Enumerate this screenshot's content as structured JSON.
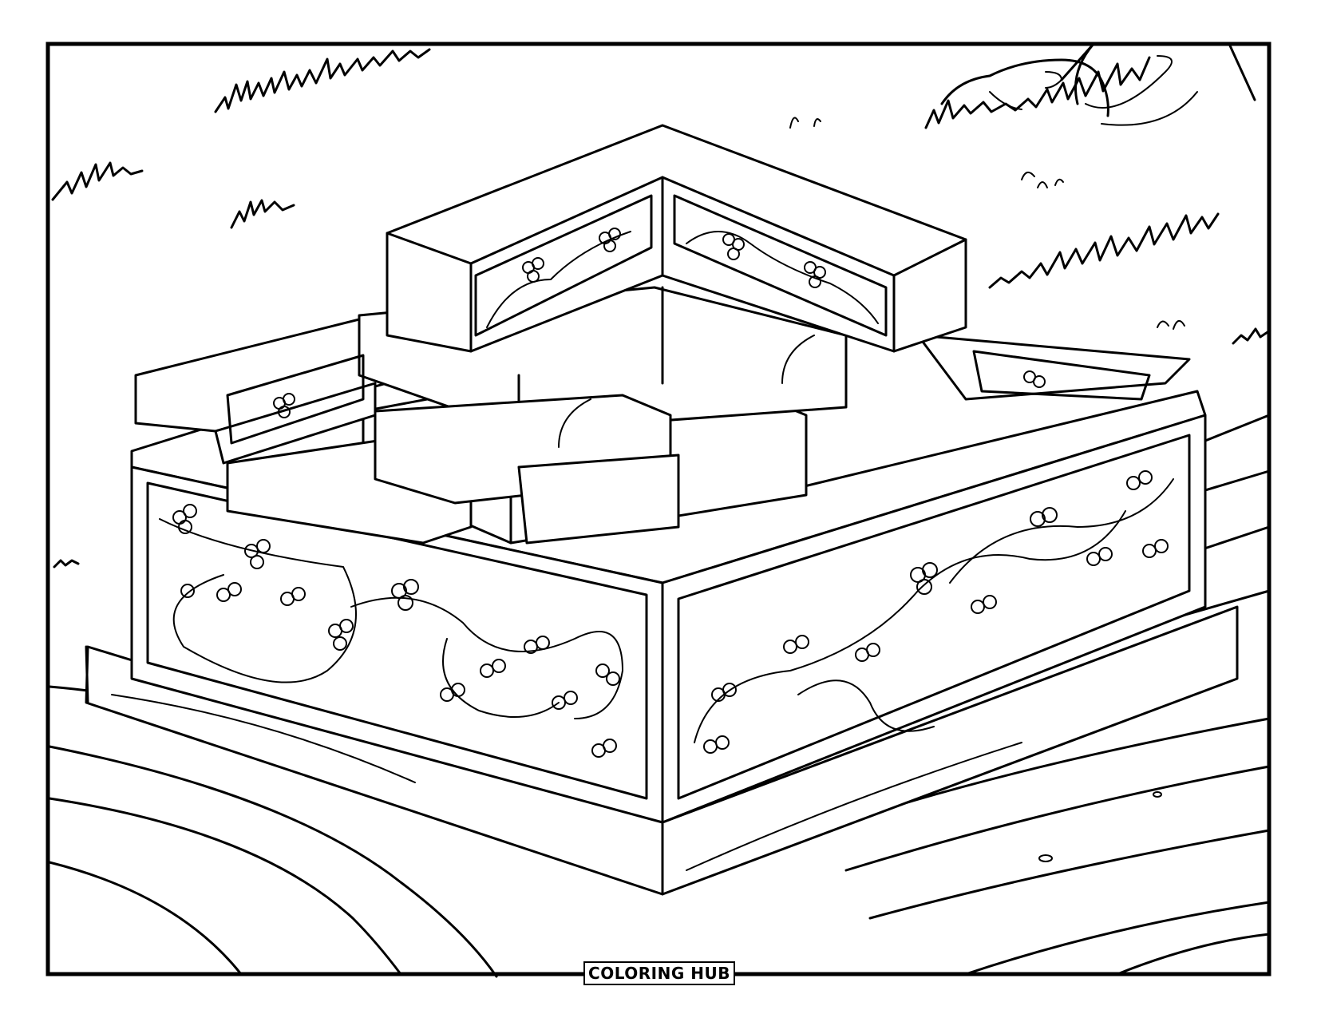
{
  "page": {
    "kind": "coloring-page",
    "subject": "ornate stone planter box with floral carvings on wooden deck, grass and rocks in background",
    "line_color": "#000000",
    "background_color": "#ffffff"
  },
  "watermark": {
    "text": "COLORING HUB"
  }
}
